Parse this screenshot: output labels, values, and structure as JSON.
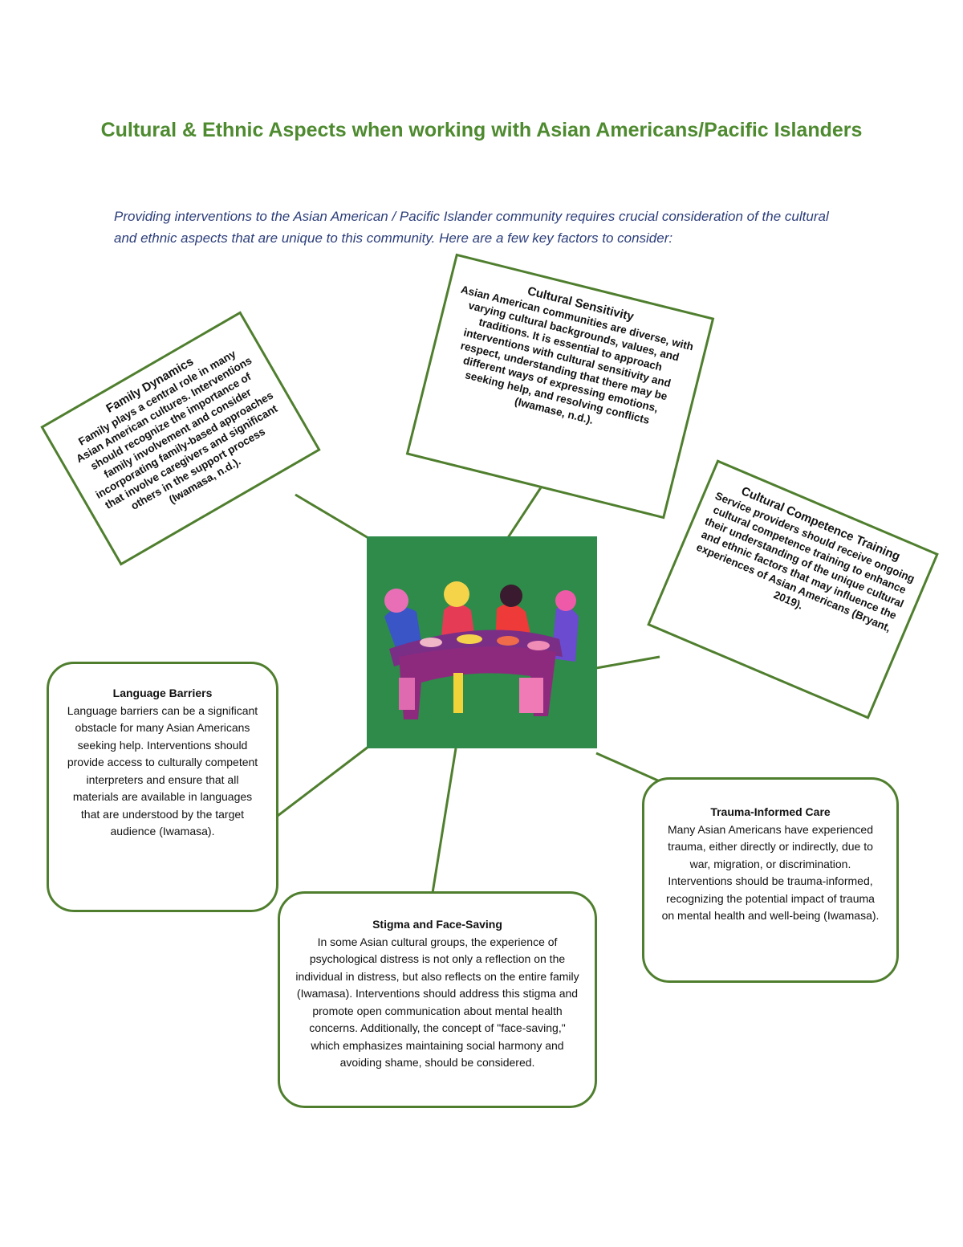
{
  "title": "Cultural & Ethnic Aspects when working with Asian Americans/Pacific Islanders",
  "intro": "Providing interventions to the Asian American / Pacific Islander community requires crucial consideration of the cultural and ethnic aspects that are unique to this community. Here are a few key factors to consider:",
  "colors": {
    "accent_green": "#4e8a2f",
    "border_green": "#4f7f2e",
    "intro_blue": "#2c3e7a",
    "illustration_bg": "#2e8b49"
  },
  "factors": {
    "family": {
      "heading": "Family Dynamics",
      "body": "Family plays a central role in many Asian American cultures. Interventions should recognize the importance of family involvement and consider incorporating family-based approaches that involve caregivers and significant others in the support process (Iwamasa, n.d.)."
    },
    "sensitivity": {
      "heading": "Cultural Sensitivity",
      "body": "Asian American communities are diverse, with varying cultural backgrounds, values, and traditions. It is essential to approach interventions with cultural sensitivity and respect, understanding that there may be different ways of expressing emotions, seeking help, and resolving conflicts (Iwamase, n.d.)."
    },
    "competence": {
      "heading": "Cultural Competence Training",
      "body": "Service providers should receive ongoing cultural competence training to enhance their understanding of the unique cultural and ethnic factors that may influence the experiences of Asian Americans (Bryant, 2019)."
    },
    "language": {
      "heading": "Language Barriers",
      "body": "Language barriers can be a significant obstacle for many Asian Americans seeking help. Interventions should provide access to culturally competent interpreters and ensure that all materials are available in languages that are understood by the target audience (Iwamasa)."
    },
    "trauma": {
      "heading": "Trauma-Informed Care",
      "body": "Many Asian Americans have experienced trauma, either directly or indirectly, due to war, migration, or discrimination. Interventions should be trauma-informed, recognizing the potential impact of trauma on mental health and well-being (Iwamasa)."
    },
    "stigma": {
      "heading": "Stigma and Face-Saving",
      "body": "In some Asian cultural groups, the experience of psychological distress is not only a reflection on the individual in distress, but also reflects on the entire family (Iwamasa). Interventions should address this stigma and promote open communication about mental health concerns. Additionally, the concept of \"face-saving,\" which emphasizes maintaining social harmony and avoiding shame, should be considered."
    }
  },
  "illustration": {
    "icon": "family-dinner-illustration"
  }
}
